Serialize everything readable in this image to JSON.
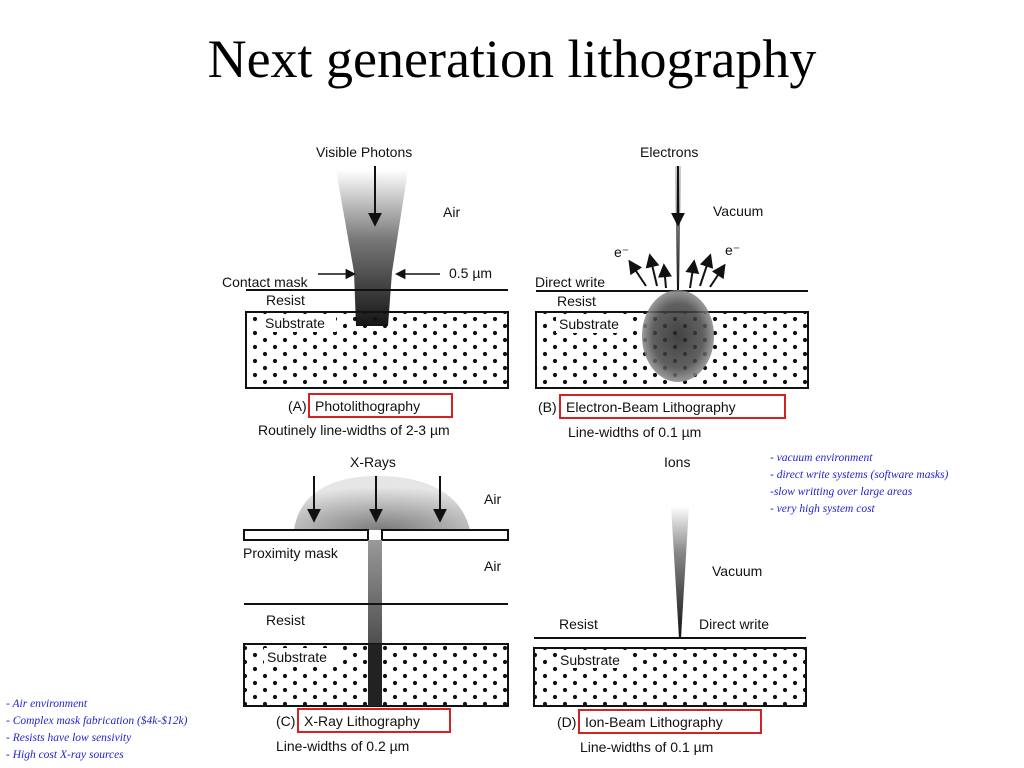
{
  "title": "Next generation lithography",
  "colors": {
    "box": "#d22222",
    "note": "#1f1fd0"
  },
  "panels": {
    "A": {
      "source": "Visible Photons",
      "medium": "Air",
      "mask": "Contact mask",
      "width_callout": "0.5 µm",
      "resist": "Resist",
      "substrate": "Substrate",
      "letter": "(A)",
      "name": "Photolithography",
      "caption": "Routinely line-widths of 2-3 µm"
    },
    "B": {
      "source": "Electrons",
      "medium": "Vacuum",
      "electron_left": "e⁻",
      "electron_right": "e⁻",
      "write": "Direct write",
      "resist": "Resist",
      "substrate": "Substrate",
      "letter": "(B)",
      "name": "Electron-Beam Lithography",
      "caption": "Line-widths of 0.1 µm"
    },
    "C": {
      "source": "X-Rays",
      "medium_top": "Air",
      "mask": "Proximity mask",
      "medium_mid": "Air",
      "resist": "Resist",
      "substrate": "Substrate",
      "letter": "(C)",
      "name": "X-Ray Lithography",
      "caption": "Line-widths of 0.2 µm"
    },
    "D": {
      "source": "Ions",
      "medium": "Vacuum",
      "resist": "Resist",
      "write": "Direct write",
      "substrate": "Substrate",
      "letter": "(D)",
      "name": "Ion-Beam Lithography",
      "caption": "Line-widths of 0.1 µm"
    }
  },
  "notes": {
    "ebeam": [
      "- vacuum environment",
      "- direct write systems (software masks)",
      "-slow writting over large areas",
      "- very high system cost"
    ],
    "xray": [
      "- Air environment",
      "- Complex mask fabrication ($4k-$12k)",
      "- Resists have low sensivity",
      "- High cost X-ray sources"
    ]
  }
}
